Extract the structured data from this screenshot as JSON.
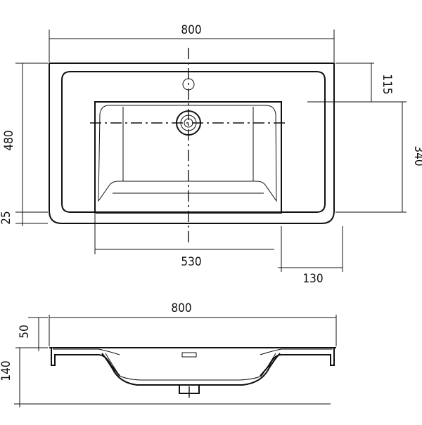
{
  "top_view": {
    "dim_width": "800",
    "dim_depth": "480",
    "dim_front_edge": "25",
    "dim_tap_offset": "115",
    "dim_bowl_depth": "340",
    "dim_bowl_width": "530",
    "dim_side_margin": "130"
  },
  "side_view": {
    "dim_width": "800",
    "dim_rim_height": "50",
    "dim_total_height": "140"
  }
}
